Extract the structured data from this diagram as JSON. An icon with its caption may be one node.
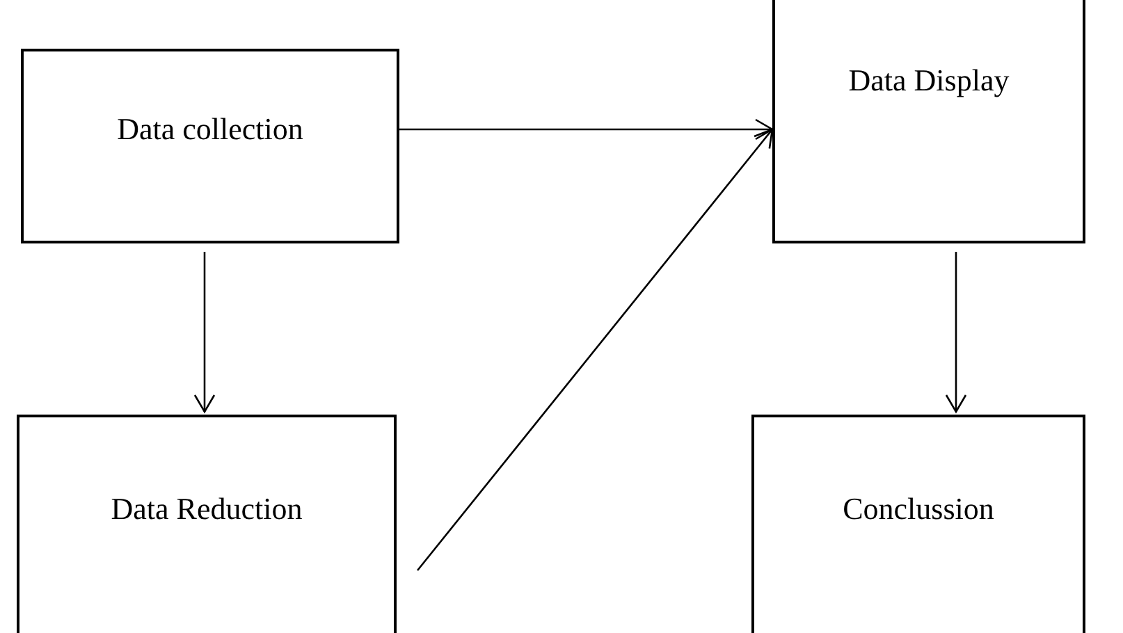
{
  "diagram": {
    "nodes": [
      {
        "text": [
          "Data collection"
        ]
      },
      {
        "text": [
          "Data Reduction"
        ]
      },
      {
        "text": [
          "Data Display"
        ]
      },
      {
        "text": [
          "Conclussion"
        ]
      }
    ],
    "edges": [
      {
        "from": 0,
        "to": 2,
        "arrow": "to"
      },
      {
        "from": 0,
        "to": 1,
        "arrow": "to"
      },
      {
        "from": 1,
        "to": 2,
        "arrow": "to"
      },
      {
        "from": 2,
        "to": 3,
        "arrow": "to"
      }
    ]
  }
}
